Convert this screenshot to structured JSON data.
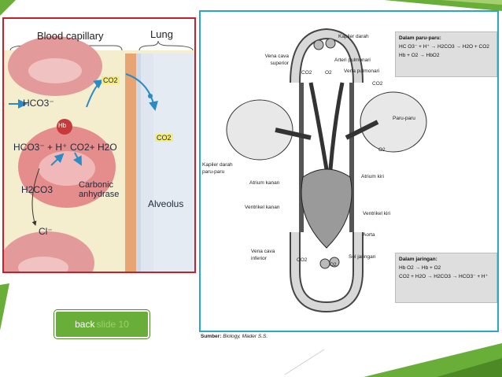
{
  "left_figure": {
    "title_blood": "Blood capillary",
    "title_lung": "Lung",
    "hb": "Hb",
    "hco3_in": "HCO3⁻",
    "eq_left": "HCO3⁻ + H⁺",
    "eq_right": "CO2+ H2O",
    "h2co3": "H2CO3",
    "enzyme": "Carbonic anhydrase",
    "cl": "Cl⁻",
    "co2_top": "CO2",
    "co2_right": "CO2",
    "alveolus": "Alveolus"
  },
  "right_figure": {
    "labels": {
      "kapiler_darah": "Kapiler darah",
      "vena_cava_superior": "Vena cava superior",
      "arteri_pulmonari": "Arteri pulmonari",
      "vena_pulmonari": "Vena pulmonari",
      "paru_paru": "Paru-paru",
      "kapiler_darah_paru": "Kapiler darah paru-paru",
      "atrium_kanan": "Atrium kanan",
      "atrium_kiri": "Atrium kiri",
      "ventrikel_kanan": "Ventrikel kanan",
      "ventrikel_kiri": "Ventrikel kiri",
      "aorta": "Aorta",
      "vena_cava_inferior": "Vena cava inferior",
      "sel_jaringan": "Sel jaringan",
      "co2_top": "CO2",
      "o2_top": "O2",
      "co2_lung": "CO2",
      "o2_lung": "O2",
      "co2_bottom": "CO2",
      "o2_bottom": "O2"
    },
    "box_lung": {
      "title": "Dalam paru-paru:",
      "line1": "HC O3⁻ + H⁺ → H2CO3 → H2O + CO2",
      "line2": "Hb + O2 → HbO2"
    },
    "box_tissue": {
      "title": "Dalam jaringan:",
      "line1": "Hb O2 → Hb + O2",
      "line2": "CO2 + H2O → H2CO3 → HCO3⁻ + H⁺"
    },
    "source_prefix": "Sumber:",
    "source_text": "Biology, Mader S.S."
  },
  "back_button": {
    "label": "back",
    "suffix": "slide 10"
  },
  "colors": {
    "accent_green": "#6aae3a",
    "left_border": "#c8202a",
    "right_border": "#2aa6c8"
  }
}
